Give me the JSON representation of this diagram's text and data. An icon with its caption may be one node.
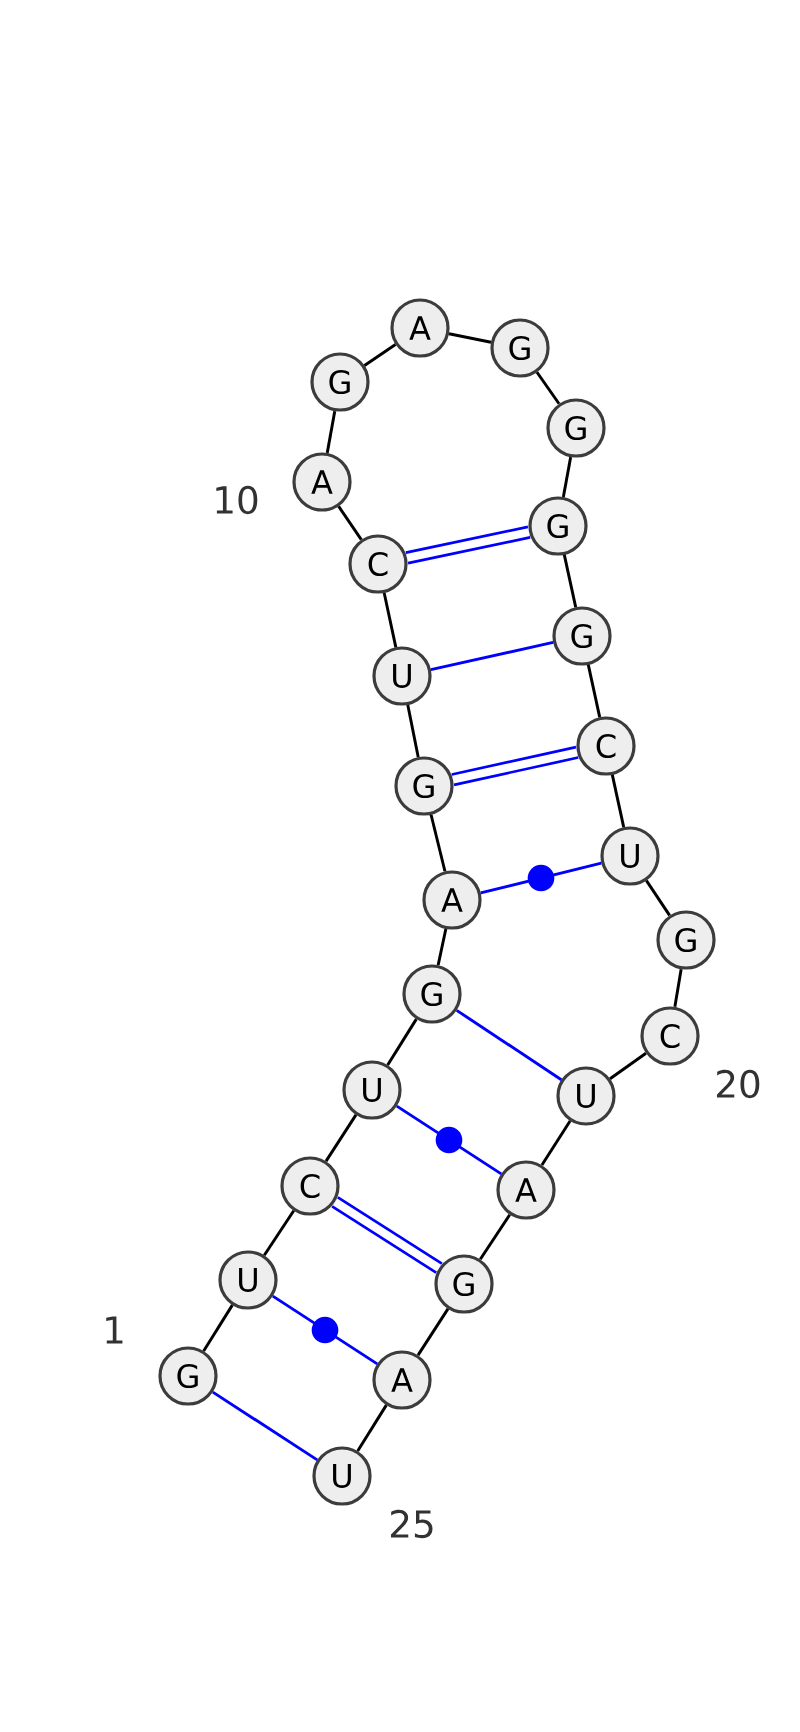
{
  "diagram": {
    "nodes": [
      {
        "text": [
          "G"
        ]
      },
      {
        "text": [
          "U"
        ]
      },
      {
        "text": [
          "C"
        ]
      },
      {
        "text": [
          "U"
        ]
      },
      {
        "text": [
          "G"
        ]
      },
      {
        "text": [
          "A"
        ]
      },
      {
        "text": [
          "G"
        ]
      },
      {
        "text": [
          "U"
        ]
      },
      {
        "text": [
          "C"
        ]
      },
      {
        "text": [
          "A"
        ]
      },
      {
        "text": [
          "G"
        ]
      },
      {
        "text": [
          "A"
        ]
      },
      {
        "text": [
          "G"
        ]
      },
      {
        "text": [
          "G"
        ]
      },
      {
        "text": [
          "G"
        ]
      },
      {
        "text": [
          "G"
        ]
      },
      {
        "text": [
          "C"
        ]
      },
      {
        "text": [
          "U"
        ]
      },
      {
        "text": [
          "G"
        ]
      },
      {
        "text": [
          "C"
        ]
      },
      {
        "text": [
          "U"
        ]
      },
      {
        "text": [
          "A"
        ]
      },
      {
        "text": [
          "G"
        ]
      },
      {
        "text": [
          "A"
        ]
      },
      {
        "text": [
          "U"
        ]
      }
    ],
    "edges": [
      {
        "from": 0,
        "to": 1,
        "arrow": "none"
      },
      {
        "from": 1,
        "to": 2,
        "arrow": "none"
      },
      {
        "from": 2,
        "to": 3,
        "arrow": "none"
      },
      {
        "from": 3,
        "to": 4,
        "arrow": "none"
      },
      {
        "from": 4,
        "to": 5,
        "arrow": "none"
      },
      {
        "from": 5,
        "to": 6,
        "arrow": "none"
      },
      {
        "from": 6,
        "to": 7,
        "arrow": "none"
      },
      {
        "from": 7,
        "to": 8,
        "arrow": "none"
      },
      {
        "from": 8,
        "to": 9,
        "arrow": "none"
      },
      {
        "from": 9,
        "to": 10,
        "arrow": "none"
      },
      {
        "from": 10,
        "to": 11,
        "arrow": "none"
      },
      {
        "from": 11,
        "to": 12,
        "arrow": "none"
      },
      {
        "from": 12,
        "to": 13,
        "arrow": "none"
      },
      {
        "from": 13,
        "to": 14,
        "arrow": "none"
      },
      {
        "from": 14,
        "to": 15,
        "arrow": "none"
      },
      {
        "from": 15,
        "to": 16,
        "arrow": "none"
      },
      {
        "from": 16,
        "to": 17,
        "arrow": "none"
      },
      {
        "from": 17,
        "to": 18,
        "arrow": "none"
      },
      {
        "from": 18,
        "to": 19,
        "arrow": "none"
      },
      {
        "from": 19,
        "to": 20,
        "arrow": "none"
      },
      {
        "from": 20,
        "to": 21,
        "arrow": "none"
      },
      {
        "from": 21,
        "to": 22,
        "arrow": "none"
      },
      {
        "from": 22,
        "to": 23,
        "arrow": "none"
      },
      {
        "from": 23,
        "to": 24,
        "arrow": "none"
      },
      {
        "from": 0,
        "to": 24,
        "arrow": "none",
        "color": "#0000ff"
      },
      {
        "from": 1,
        "to": 23,
        "arrow": "none",
        "color": "#0000ff"
      },
      {
        "from": 2,
        "to": 22,
        "arrow": "none",
        "style": "thick",
        "color": "#0000ff"
      },
      {
        "from": 3,
        "to": 21,
        "arrow": "none",
        "color": "#0000ff"
      },
      {
        "from": 4,
        "to": 20,
        "arrow": "none",
        "color": "#0000ff"
      },
      {
        "from": 5,
        "to": 17,
        "arrow": "none",
        "color": "#0000ff"
      },
      {
        "from": 6,
        "to": 16,
        "arrow": "none",
        "style": "thick",
        "color": "#0000ff"
      },
      {
        "from": 7,
        "to": 15,
        "arrow": "none",
        "color": "#0000ff"
      },
      {
        "from": 8,
        "to": 14,
        "arrow": "none",
        "style": "thick",
        "color": "#0000ff"
      }
    ],
    "labels": [
      "1",
      "10",
      "20",
      "25"
    ]
  }
}
